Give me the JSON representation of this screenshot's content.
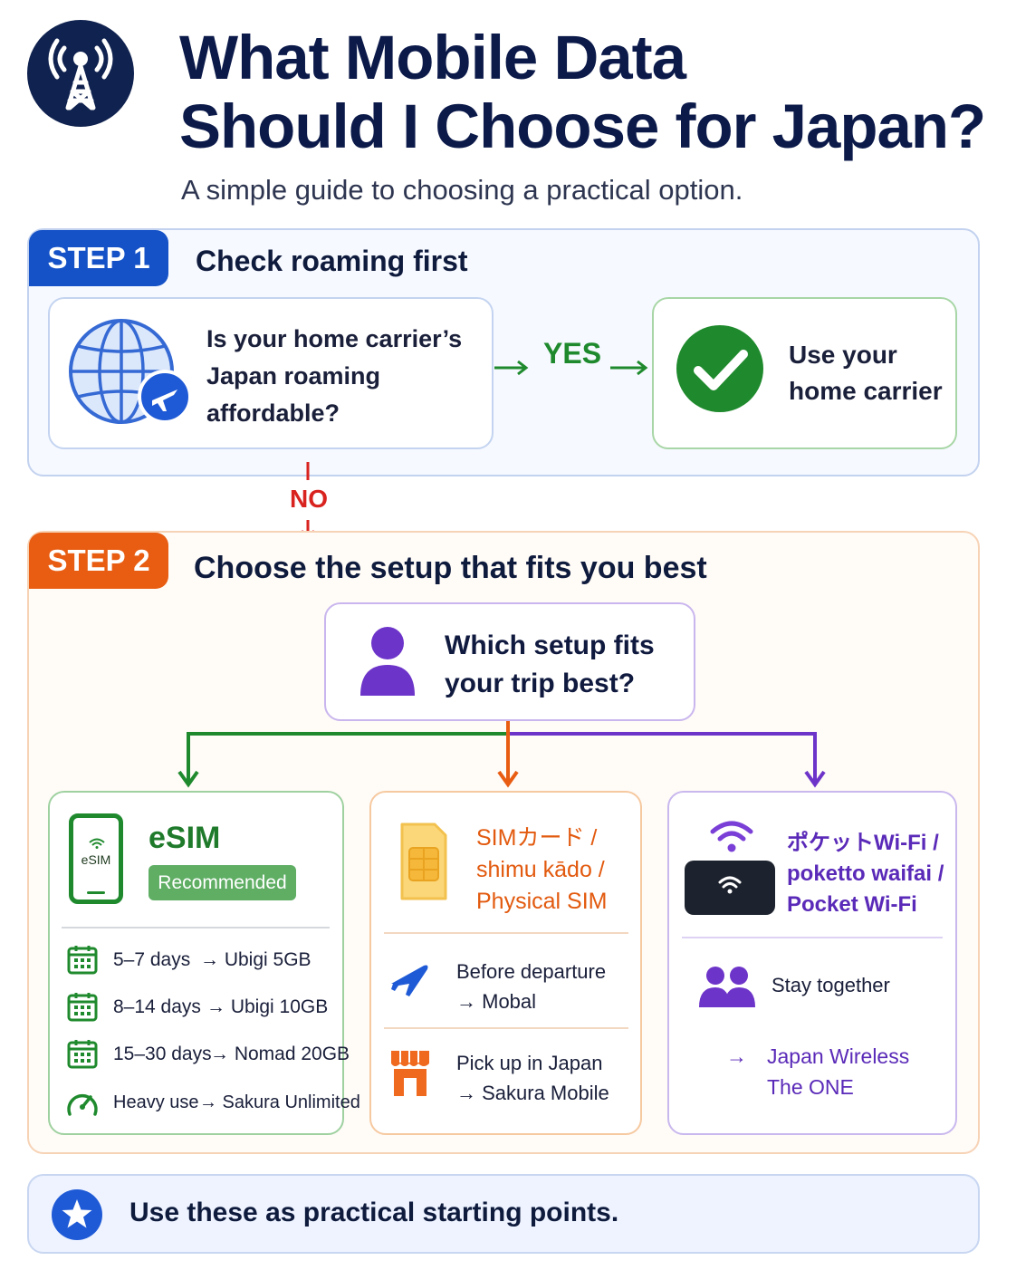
{
  "header": {
    "title_line1": "What Mobile Data",
    "title_line2": "Should I Choose for Japan?",
    "subtitle": "A simple guide to choosing a practical option."
  },
  "step1": {
    "badge": "STEP 1",
    "heading": "Check roaming first",
    "question": "Is your home carrier’s Japan roaming affordable?",
    "yes_label": "YES",
    "yes_result": "Use your home carrier",
    "no_label": "NO"
  },
  "step2": {
    "badge": "STEP 2",
    "heading": "Choose the setup that fits you best",
    "question": "Which setup fits your trip best?",
    "esim": {
      "icon_label": "eSIM",
      "title": "eSIM",
      "badge": "Recommended",
      "rows": [
        {
          "label": "5–7 days",
          "pick": "→ Ubigi 5GB"
        },
        {
          "label": "8–14 days",
          "pick": "→ Ubigi 10GB"
        },
        {
          "label": "15–30 days",
          "pick": "→ Nomad 20GB"
        },
        {
          "label": "Heavy use",
          "pick": "→ Sakura Unlimited"
        }
      ]
    },
    "sim": {
      "title": "SIMカード / shimu kādo / Physical SIM",
      "options": [
        {
          "label": "Before departure",
          "pick": "→ Mobal"
        },
        {
          "label": "Pick up in Japan",
          "pick": "→ Sakura Mobile"
        }
      ]
    },
    "wifi": {
      "title": "ポケットWi-Fi / poketto waifai / Pocket Wi-Fi",
      "option_label": "Stay together",
      "arrow": "→",
      "pick": "Japan Wireless The ONE"
    }
  },
  "footer": {
    "text": "Use these as practical starting points."
  },
  "colors": {
    "navy": "#0c1a4a",
    "step1_blue": "#1552c7",
    "step2_orange": "#e85d12",
    "green": "#1f8a2d",
    "red": "#d8231f",
    "purple": "#5a2ab8"
  },
  "icons": [
    "antenna-icon",
    "globe-icon",
    "airplane-icon",
    "checkmark-icon",
    "person-icon",
    "phone-esim-icon",
    "calendar-icon",
    "gauge-icon",
    "sim-card-icon",
    "shop-icon",
    "wifi-icon",
    "pocket-wifi-device-icon",
    "people-icon",
    "star-icon"
  ]
}
